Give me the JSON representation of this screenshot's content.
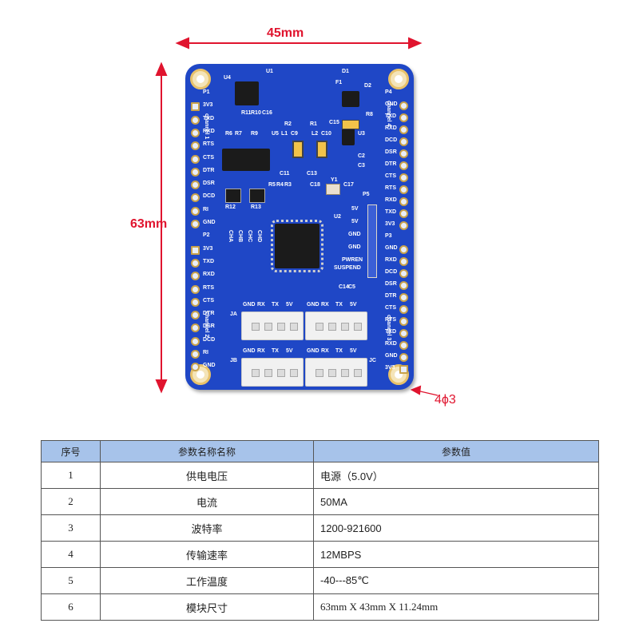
{
  "dimensions": {
    "width": "45mm",
    "height": "63mm",
    "hole": "4ϕ3"
  },
  "board": {
    "left_pins": [
      "P1",
      "3V3",
      "TXD",
      "RXD",
      "RTS",
      "CTS",
      "DTR",
      "DSR",
      "DCD",
      "RI",
      "GND",
      "P2",
      "3V3",
      "TXD",
      "RXD",
      "RTS",
      "CTS",
      "DTR",
      "DSR",
      "DCD",
      "RI",
      "GND"
    ],
    "right_pins": [
      "P4",
      "GND",
      "TXD",
      "RXD",
      "DCD",
      "DSR",
      "DTR",
      "CTS",
      "RTS",
      "RXD",
      "TXD",
      "3V3",
      "P3",
      "GND",
      "RXD",
      "DCD",
      "DSR",
      "DTR",
      "CTS",
      "RTS",
      "TXD",
      "RXD",
      "GND",
      "3V3"
    ],
    "channel_labels": [
      "channel 1",
      "channel 2",
      "channel 3",
      "channel 4"
    ],
    "components": [
      "U1",
      "U4",
      "D1",
      "F1",
      "D2",
      "R8",
      "R11",
      "R10",
      "C16",
      "R6",
      "R7",
      "R9",
      "U5",
      "L1",
      "C9",
      "R2",
      "R1",
      "C15",
      "L2",
      "C10",
      "U3",
      "C2",
      "C3",
      "C11",
      "C13",
      "C18",
      "Y1",
      "C17",
      "R5",
      "R4",
      "R3",
      "R12",
      "R13",
      "P5",
      "U2",
      "C14",
      "C5",
      "JA",
      "JB",
      "JC"
    ],
    "ch_labels": [
      "CHA",
      "CHB",
      "CHC",
      "CHD"
    ],
    "p5_labels": [
      "5V",
      "5V",
      "GND",
      "GND",
      "PWREN",
      "SUSPEND"
    ],
    "connector_labels": [
      "GND",
      "RX",
      "TX",
      "5V"
    ]
  },
  "table": {
    "headers": [
      "序号",
      "参数名称名称",
      "参数值"
    ],
    "rows": [
      {
        "no": "1",
        "name": "供电电压",
        "value": "电源（5.0V）"
      },
      {
        "no": "2",
        "name": "电流",
        "value": "50MA"
      },
      {
        "no": "3",
        "name": "波特率",
        "value": "1200-921600"
      },
      {
        "no": "4",
        "name": "传输速率",
        "value": " 12MBPS"
      },
      {
        "no": "5",
        "name": "工作温度",
        "value": "-40---85℃"
      },
      {
        "no": "6",
        "name": "模块尺寸",
        "value": "63mm X 43mm X 11.24mm"
      }
    ]
  }
}
